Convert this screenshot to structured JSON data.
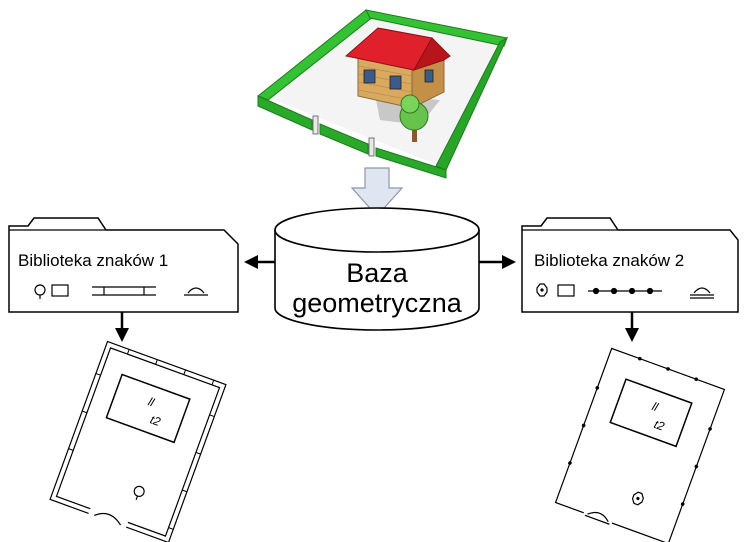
{
  "database": {
    "line1": "Baza",
    "line2": "geometryczna"
  },
  "library_1": {
    "title": "Biblioteka znaków 1"
  },
  "library_2": {
    "title": "Biblioteka znaków 2"
  },
  "plan_1": {
    "label_top": "ll",
    "label_bottom": "t2"
  },
  "plan_2": {
    "label_top": "ll",
    "label_bottom": "t2"
  },
  "colors": {
    "hedge": "#2fb52f",
    "roof": "#e0202a",
    "wall": "#d8b06a",
    "arrow_fill": "#dfe6f2",
    "arrow_stroke": "#8a96a8"
  }
}
